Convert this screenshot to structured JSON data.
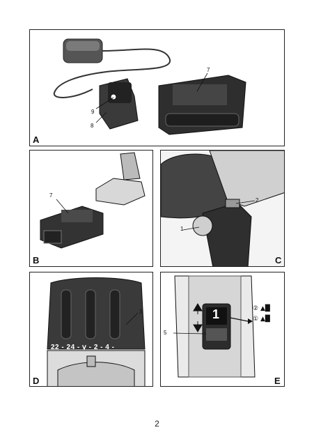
{
  "page_number": "2",
  "panels": {
    "A": {
      "label": "A",
      "callouts": {
        "c7": "7",
        "c8": "8",
        "c9": "9"
      }
    },
    "B": {
      "label": "B",
      "callouts": {
        "c7": "7"
      }
    },
    "C": {
      "label": "C",
      "callouts": {
        "c1": "1",
        "c2": "2"
      }
    },
    "D": {
      "label": "D",
      "callouts": {
        "c3": "3"
      },
      "torque_scale": "22 - 24 - ⅴ - 2 - 4 -"
    },
    "E": {
      "label": "E",
      "callouts": {
        "c5": "5"
      },
      "switch_number": "1",
      "gear_2": "②",
      "gear_1": "①"
    }
  }
}
